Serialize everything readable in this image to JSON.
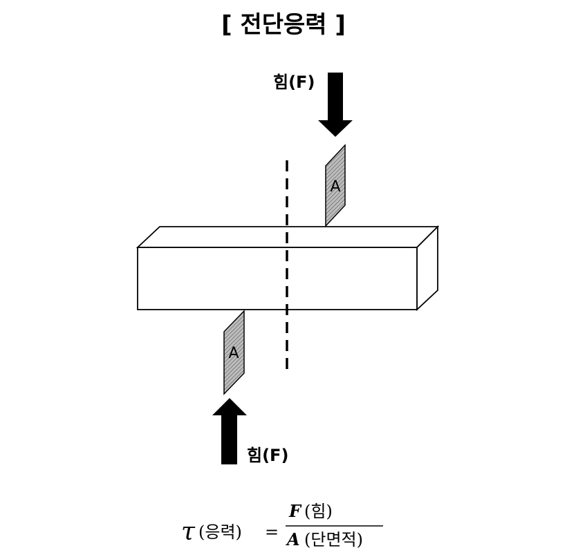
{
  "title": "[ 전단응력 ]",
  "force_top": {
    "label": "힘(F)"
  },
  "force_bottom": {
    "label": "힘(F)"
  },
  "area_top": {
    "label": "A"
  },
  "area_bottom": {
    "label": "A"
  },
  "formula": {
    "symbol": "τ",
    "symbol_label": "(응력)",
    "equals": "=",
    "numerator_var": "F",
    "numerator_label": "(힘)",
    "denominator_var": "A",
    "denominator_label": "(단면적)"
  },
  "colors": {
    "line": "#000000",
    "area_fill": "#bdbdbd",
    "background": "#ffffff"
  }
}
